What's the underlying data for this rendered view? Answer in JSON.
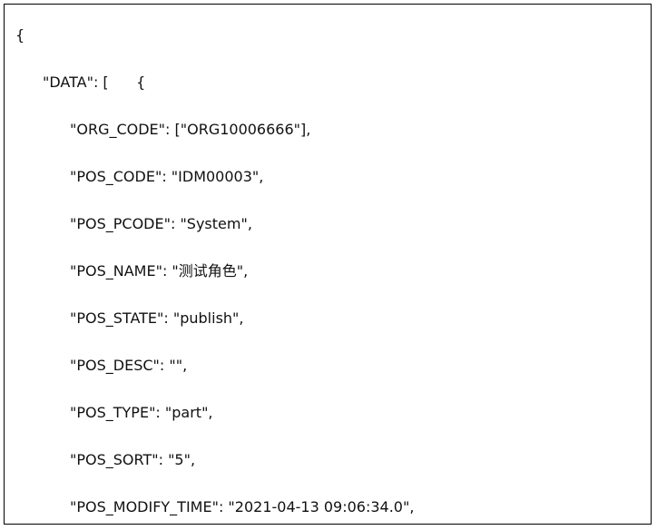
{
  "lines": [
    "{",
    "\"DATA\": [      {",
    "\"ORG_CODE\": [\"ORG10006666\"],",
    "\"POS_CODE\": \"IDM00003\",",
    "\"POS_PCODE\": \"System\",",
    "\"POS_NAME\": \"测试角色\",",
    "\"POS_STATE\": \"publish\",",
    "\"POS_DESC\": \"\",",
    "\"POS_TYPE\": \"part\",",
    "\"POS_SORT\": \"5\",",
    "\"POS_MODIFY_TIME\": \"2021-04-13 09:06:34.0\","
  ]
}
